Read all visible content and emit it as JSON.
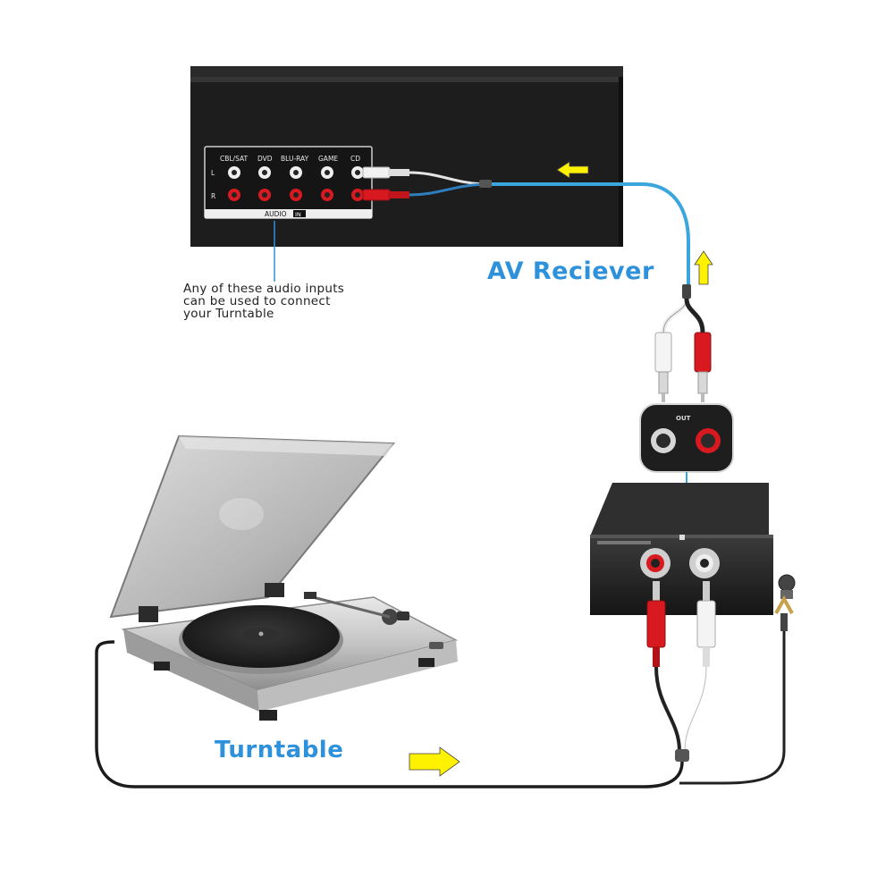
{
  "labels": {
    "receiver": "AV Reciever",
    "turntable": "Turntable",
    "note_lines": [
      "Any of these audio inputs",
      "can be used to connect",
      "your Turntable"
    ]
  },
  "receiver_panel": {
    "inputs": [
      "CBL/SAT",
      "DVD",
      "BLU-RAY",
      "GAME",
      "CD"
    ],
    "channel_left": "L",
    "channel_right": "R",
    "section_label": "AUDIO",
    "section_badge": "IN"
  },
  "preamp": {
    "output_label": "OUT"
  },
  "colors": {
    "label_blue": "#2d92db",
    "cable_blue": "#3aa6dd",
    "arrow_yellow": "#fff200",
    "rca_red": "#d81a20",
    "device_black": "#1b1b1b"
  },
  "icons": {
    "arrow": "arrow-icon",
    "rca_plug": "rca-plug-icon",
    "rca_jack": "rca-jack-icon"
  }
}
